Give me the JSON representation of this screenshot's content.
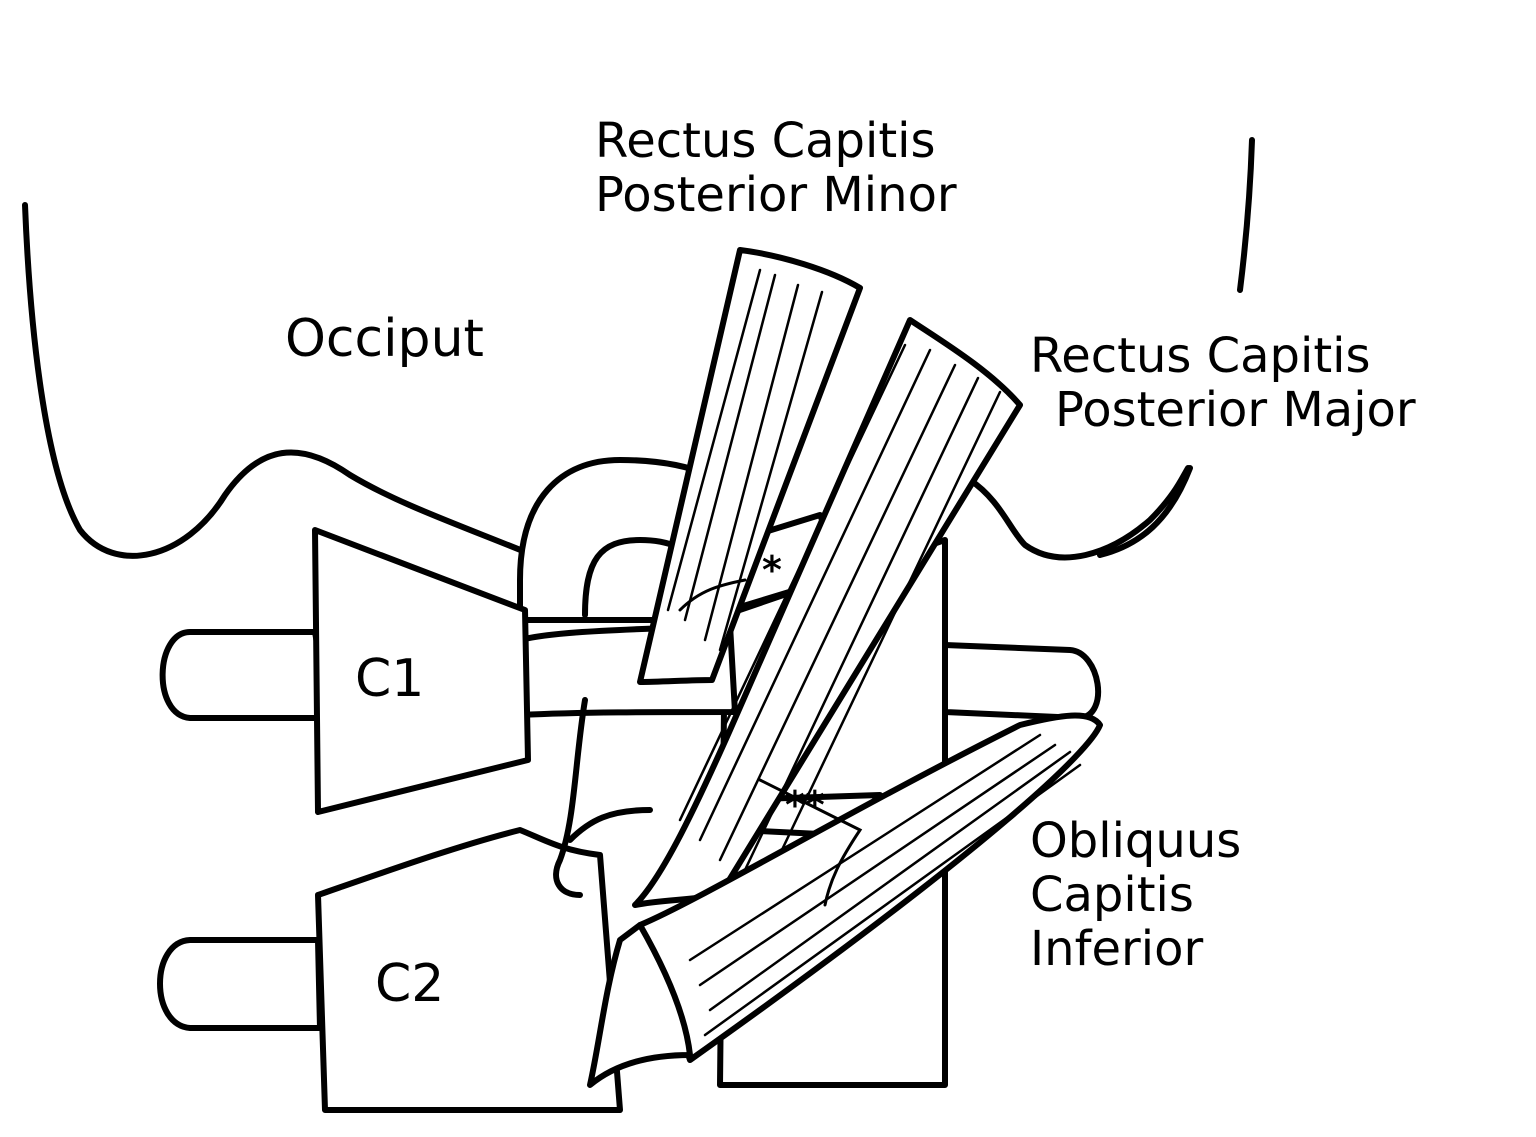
{
  "labels": {
    "occiput": "Occiput",
    "c1": "C1",
    "c2": "C2",
    "rcp_minor_line1": "Rectus Capitis",
    "rcp_minor_line2": "Posterior Minor",
    "rcp_major_line1": "Rectus Capitis",
    "rcp_major_line2": "Posterior Major",
    "oci_line1": "Obliquus",
    "oci_line2": "Capitis",
    "oci_line3": "Inferior"
  },
  "markers": {
    "single": "*",
    "double": "**"
  },
  "colors": {
    "ink": "#000000",
    "background": "#ffffff"
  }
}
